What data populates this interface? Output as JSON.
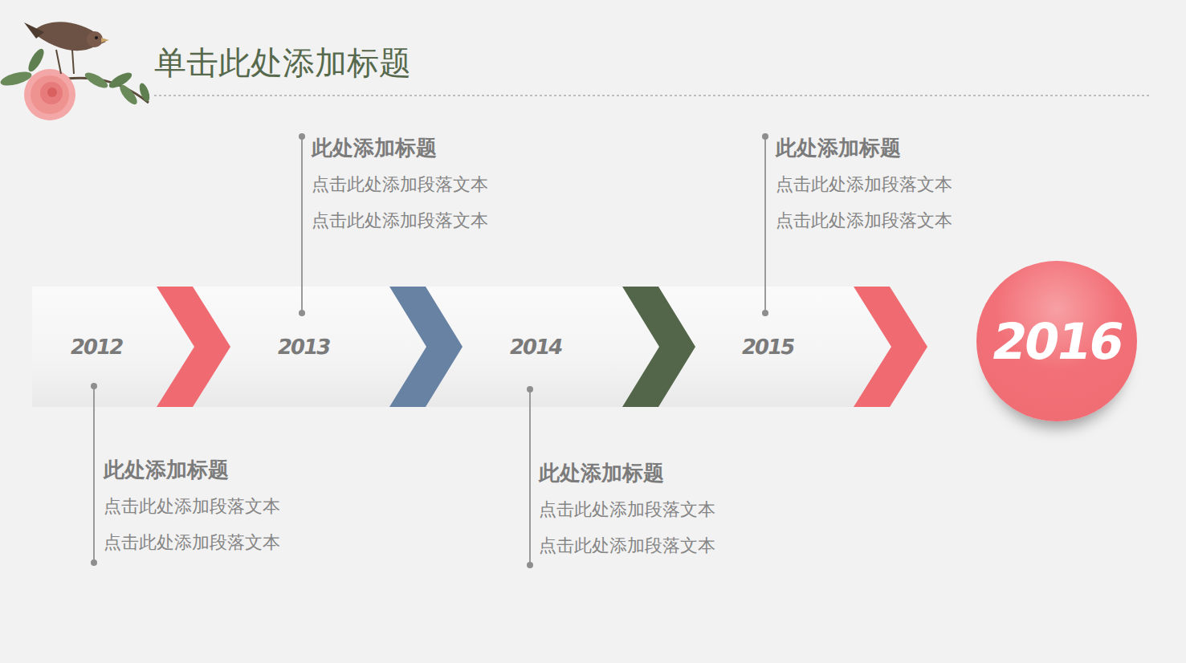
{
  "diagram": {
    "title": "单击此处添加标题",
    "nodes": [
      {
        "text": [
          "2012",
          "2013",
          "2014",
          "2015"
        ]
      },
      {
        "text": [
          "2016"
        ]
      }
    ],
    "labels": [
      "此处添加标题",
      "点击此处添加段落文本",
      "点击此处添加段落文本",
      "此处添加标题",
      "点击此处添加段落文本",
      "点击此处添加段落文本",
      "此处添加标题",
      "点击此处添加段落文本",
      "点击此处添加段落文本",
      "此处添加标题",
      "点击此处添加段落文本",
      "点击此处添加段落文本"
    ]
  }
}
